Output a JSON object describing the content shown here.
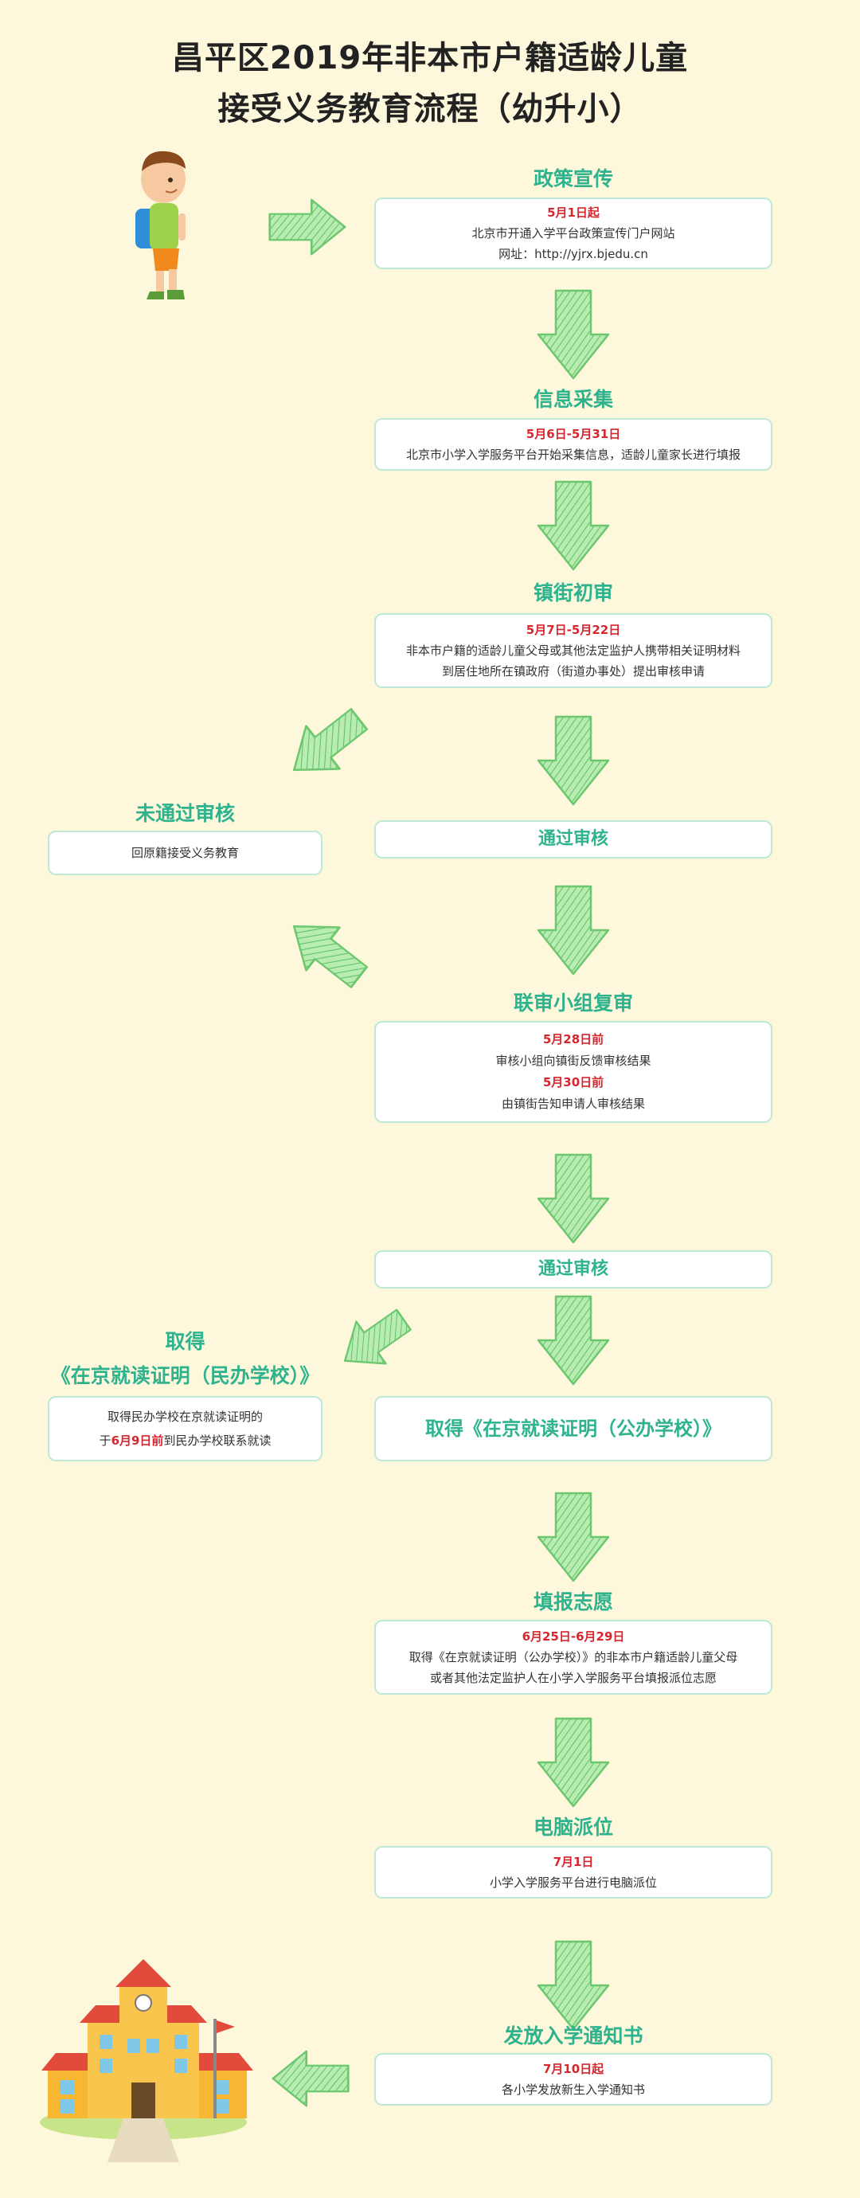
{
  "title": {
    "line1": "昌平区2019年非本市户籍适龄儿童",
    "line2": "接受义务教育流程（幼升小）"
  },
  "steps": {
    "policy": {
      "title": "政策宣传",
      "date": "5月1日起",
      "line1": "北京市开通入学平台政策宣传门户网站",
      "line2": "网址：http://yjrx.bjedu.cn"
    },
    "collect": {
      "title": "信息采集",
      "date": "5月6日-5月31日",
      "line1": "北京市小学入学服务平台开始采集信息，适龄儿童家长进行填报"
    },
    "town": {
      "title": "镇街初审",
      "date": "5月7日-5月22日",
      "line1": "非本市户籍的适龄儿童父母或其他法定监护人携带相关证明材料",
      "line2": "到居住地所在镇政府（街道办事处）提出审核申请"
    },
    "fail": {
      "title": "未通过审核",
      "text": "回原籍接受义务教育"
    },
    "pass1": {
      "label": "通过审核"
    },
    "joint": {
      "title": "联审小组复审",
      "date1": "5月28日前",
      "line1": "审核小组向镇街反馈审核结果",
      "date2": "5月30日前",
      "line2": "由镇街告知申请人审核结果"
    },
    "pass2": {
      "label": "通过审核"
    },
    "private": {
      "title1": "取得",
      "title2": "《在京就读证明（民办学校）》",
      "text1": "取得民办学校在京就读证明的",
      "text2_pre": "于",
      "text2_red": "6月9日前",
      "text2_post": "到民办学校联系就读"
    },
    "public": {
      "label": "取得《在京就读证明（公办学校）》"
    },
    "wish": {
      "title": "填报志愿",
      "date": "6月25日-6月29日",
      "line1": "取得《在京就读证明（公办学校）》的非本市户籍适龄儿童父母",
      "line2": "或者其他法定监护人在小学入学服务平台填报派位志愿"
    },
    "computer": {
      "title": "电脑派位",
      "date": "7月1日",
      "line1": "小学入学服务平台进行电脑派位"
    },
    "notice": {
      "title": "发放入学通知书",
      "date": "7月10日起",
      "line1": "各小学发放新生入学通知书"
    }
  },
  "colors": {
    "background": "#fdf8dc",
    "accent": "#2fb38e",
    "date_red": "#d6262e",
    "arrow": "#8fdb8c",
    "box_border": "#bfe9d7"
  }
}
